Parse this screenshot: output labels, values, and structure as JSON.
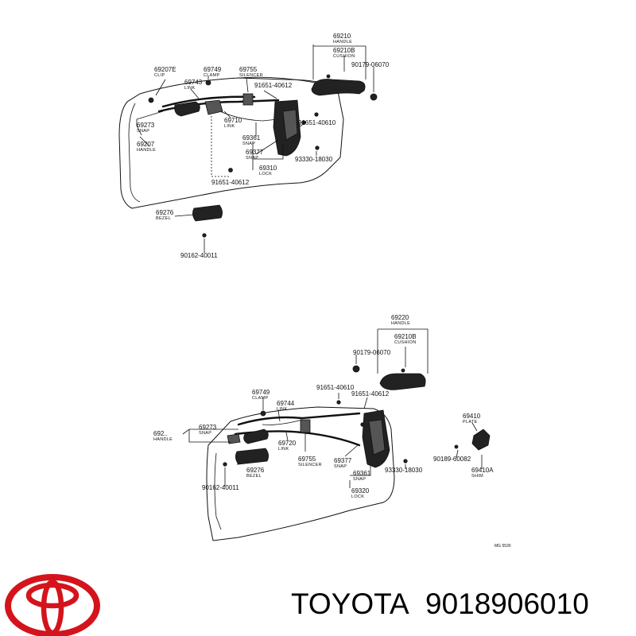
{
  "upper_diagram": {
    "callouts": [
      {
        "id": "u1",
        "number": "69210",
        "name": "HANDLE"
      },
      {
        "id": "u2",
        "number": "69210B",
        "name": "CUSHION"
      },
      {
        "id": "u3",
        "number": "90179-06070",
        "name": ""
      },
      {
        "id": "u4",
        "number": "69207E",
        "name": "CLIP"
      },
      {
        "id": "u5",
        "number": "69749",
        "name": "CLAMP"
      },
      {
        "id": "u6",
        "number": "69755",
        "name": "SILENCER"
      },
      {
        "id": "u7",
        "number": "69743",
        "name": "LINK"
      },
      {
        "id": "u8",
        "number": "91651-40612",
        "name": ""
      },
      {
        "id": "u9",
        "number": "91651-40610",
        "name": ""
      },
      {
        "id": "u10",
        "number": "69273",
        "name": "SNAP"
      },
      {
        "id": "u11",
        "number": "69710",
        "name": "LINK"
      },
      {
        "id": "u12",
        "number": "69361",
        "name": "SNAP"
      },
      {
        "id": "u13",
        "number": "69207",
        "name": "HANDLE"
      },
      {
        "id": "u14",
        "number": "69377",
        "name": "SNAP"
      },
      {
        "id": "u15",
        "number": "93330-18030",
        "name": ""
      },
      {
        "id": "u16",
        "number": "69310",
        "name": "LOCK"
      },
      {
        "id": "u17",
        "number": "91651-40612",
        "name": ""
      },
      {
        "id": "u18",
        "number": "69276",
        "name": "BEZEL"
      },
      {
        "id": "u19",
        "number": "90162-40011",
        "name": ""
      }
    ]
  },
  "lower_diagram": {
    "callouts": [
      {
        "id": "l1",
        "number": "69220",
        "name": "HANDLE"
      },
      {
        "id": "l2",
        "number": "69210B",
        "name": "CUSHION"
      },
      {
        "id": "l3",
        "number": "90179-06070",
        "name": ""
      },
      {
        "id": "l4",
        "number": "91651-40610",
        "name": ""
      },
      {
        "id": "l5",
        "number": "91651-40612",
        "name": ""
      },
      {
        "id": "l6",
        "number": "69749",
        "name": "CLAMP"
      },
      {
        "id": "l7",
        "number": "69744",
        "name": "LINK"
      },
      {
        "id": "l8",
        "number": "69410",
        "name": "PLATE"
      },
      {
        "id": "l9",
        "number": "69273",
        "name": "SNAP"
      },
      {
        "id": "l10",
        "number": "692..",
        "name": "HANDLE"
      },
      {
        "id": "l11",
        "number": "69720",
        "name": "LINK"
      },
      {
        "id": "l12",
        "number": "69755",
        "name": "SILENCER"
      },
      {
        "id": "l13",
        "number": "90189-60082",
        "name": ""
      },
      {
        "id": "l14",
        "number": "69377",
        "name": "SNAP"
      },
      {
        "id": "l15",
        "number": "69276",
        "name": "BEZEL"
      },
      {
        "id": "l16",
        "number": "93330-18030",
        "name": ""
      },
      {
        "id": "l17",
        "number": "69410A",
        "name": "SHIM"
      },
      {
        "id": "l18",
        "number": "69361",
        "name": "SNAP"
      },
      {
        "id": "l19",
        "number": "90162-40011",
        "name": ""
      },
      {
        "id": "l20",
        "number": "69320",
        "name": "LOCK"
      }
    ],
    "figure_code": "MG 5530"
  },
  "brand": {
    "logo_icon": "toyota-emblem-icon",
    "logo_color": "#d4141c",
    "name": "TOYOTA",
    "part_number": "9018906010"
  }
}
